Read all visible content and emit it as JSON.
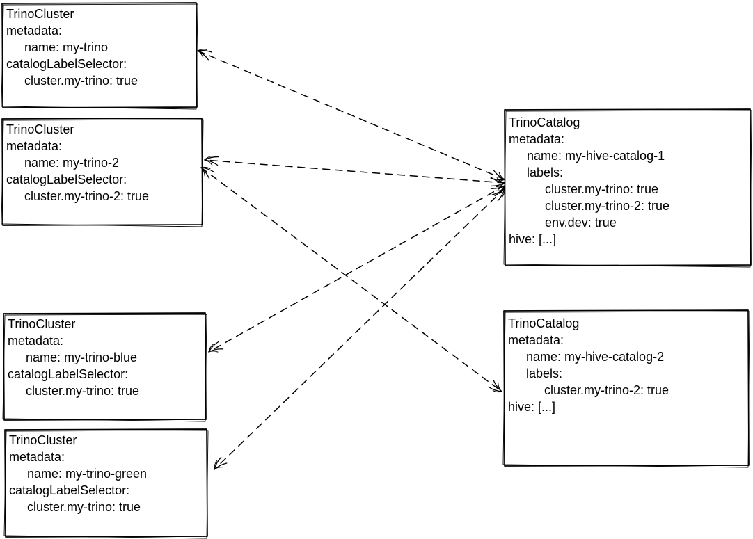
{
  "diagram": {
    "background": "#ffffff",
    "stroke_color": "#000000",
    "text_color": "#000000",
    "nodes": [
      {
        "id": "trino-cluster-my-trino",
        "kind": "TrinoCluster",
        "lines": [
          "TrinoCluster",
          "metadata:",
          "name: my-trino",
          "catalogLabelSelector:",
          "cluster.my-trino: true"
        ]
      },
      {
        "id": "trino-cluster-my-trino-2",
        "kind": "TrinoCluster",
        "lines": [
          "TrinoCluster",
          "metadata:",
          "name: my-trino-2",
          "catalogLabelSelector:",
          "cluster.my-trino-2: true"
        ]
      },
      {
        "id": "trino-cluster-my-trino-blue",
        "kind": "TrinoCluster",
        "lines": [
          "TrinoCluster",
          "metadata:",
          "name: my-trino-blue",
          "catalogLabelSelector:",
          "cluster.my-trino: true"
        ]
      },
      {
        "id": "trino-cluster-my-trino-green",
        "kind": "TrinoCluster",
        "lines": [
          "TrinoCluster",
          "metadata:",
          "name: my-trino-green",
          "catalogLabelSelector:",
          "cluster.my-trino: true"
        ]
      },
      {
        "id": "trino-catalog-1",
        "kind": "TrinoCatalog",
        "lines": [
          "TrinoCatalog",
          "metadata:",
          "name: my-hive-catalog-1",
          "labels:",
          "cluster.my-trino: true",
          "cluster.my-trino-2: true",
          "env.dev: true",
          "hive: [...]"
        ]
      },
      {
        "id": "trino-catalog-2",
        "kind": "TrinoCatalog",
        "lines": [
          "TrinoCatalog",
          "metadata:",
          "name: my-hive-catalog-2",
          "labels:",
          "cluster.my-trino-2: true",
          "hive: [...]"
        ]
      }
    ],
    "edges": [
      {
        "from": "trino-catalog-1",
        "to": "trino-cluster-my-trino",
        "style": "dashed",
        "arrowheads": "both"
      },
      {
        "from": "trino-catalog-1",
        "to": "trino-cluster-my-trino-2",
        "style": "dashed",
        "arrowheads": "both"
      },
      {
        "from": "trino-cluster-my-trino-2",
        "to": "trino-catalog-2",
        "style": "dashed",
        "arrowheads": "both"
      },
      {
        "from": "trino-catalog-1",
        "to": "trino-cluster-my-trino-blue",
        "style": "dashed",
        "arrowheads": "both"
      },
      {
        "from": "trino-catalog-1",
        "to": "trino-cluster-my-trino-green",
        "style": "dashed",
        "arrowheads": "both"
      }
    ]
  }
}
